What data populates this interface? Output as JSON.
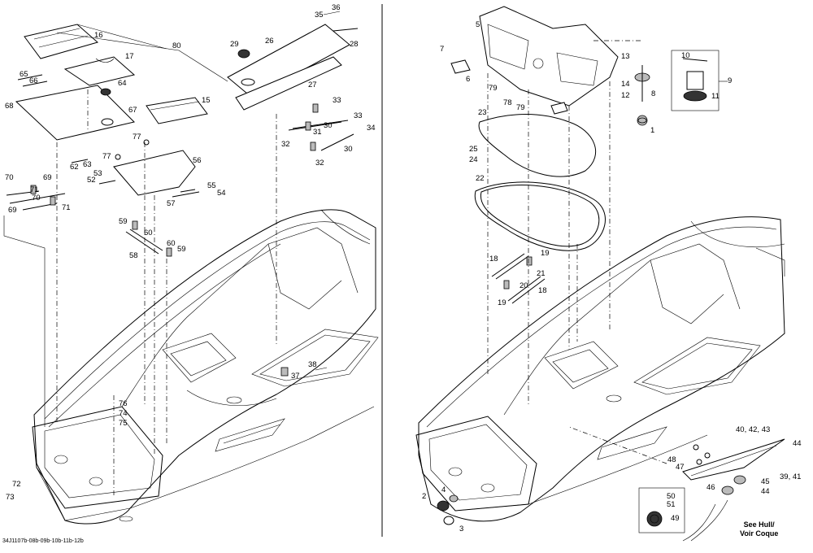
{
  "diagram_code": "34J1107b-08b-09b-10b-11b-12b",
  "see_hull_reference": {
    "line1": "See Hull/",
    "line2": "Voir Coque"
  },
  "left_labels": [
    "16",
    "80",
    "17",
    "65",
    "66",
    "64",
    "68",
    "67",
    "15",
    "77",
    "77",
    "62",
    "63",
    "53",
    "52",
    "56",
    "70",
    "69",
    "71",
    "55",
    "57",
    "54",
    "70",
    "69",
    "71",
    "59",
    "60",
    "58",
    "60",
    "59",
    "36",
    "35",
    "29",
    "26",
    "28",
    "27",
    "33",
    "33",
    "30",
    "34",
    "31",
    "32",
    "30",
    "32",
    "38",
    "37",
    "76",
    "74",
    "75",
    "72",
    "73"
  ],
  "right_labels": [
    "5",
    "7",
    "6",
    "13",
    "10",
    "9",
    "14",
    "8",
    "12",
    "11",
    "79",
    "78",
    "79",
    "23",
    "1",
    "25",
    "24",
    "22",
    "18",
    "19",
    "21",
    "20",
    "18",
    "19",
    "40, 42, 43",
    "44",
    "48",
    "47",
    "46",
    "45",
    "39, 41",
    "44",
    "4",
    "2",
    "3",
    "50",
    "51",
    "49"
  ]
}
